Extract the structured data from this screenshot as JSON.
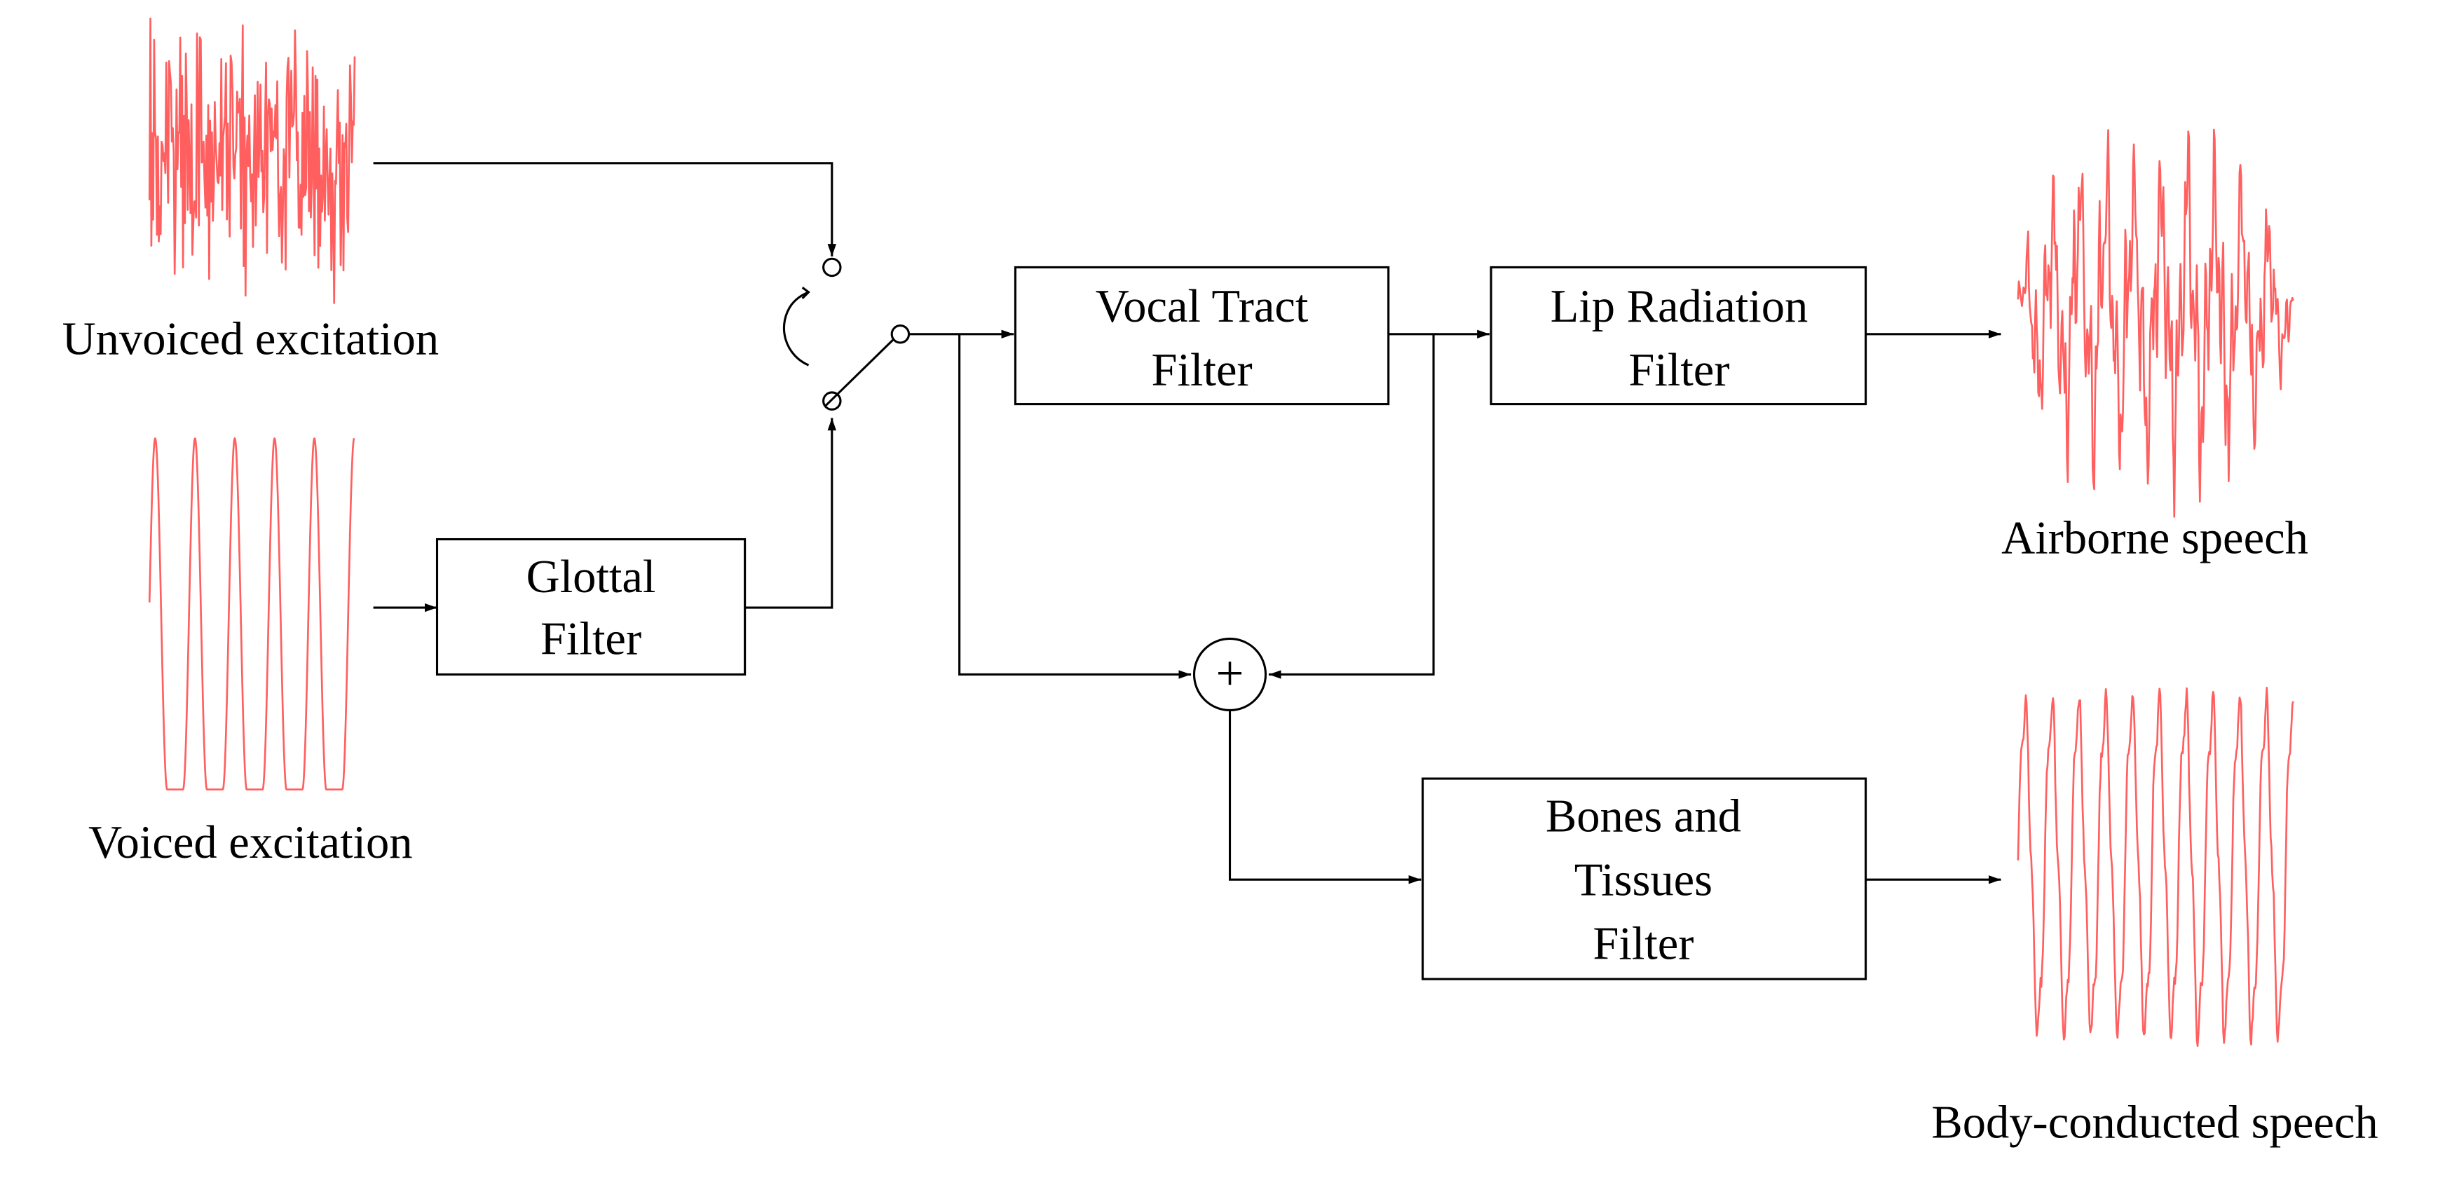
{
  "labels": {
    "unvoiced": "Unvoiced excitation",
    "voiced": "Voiced excitation",
    "airborne": "Airborne speech",
    "body": "Body-conducted speech"
  },
  "blocks": {
    "glottal": [
      "Glottal",
      "Filter"
    ],
    "vocal_tract": [
      "Vocal Tract",
      "Filter"
    ],
    "lip": [
      "Lip Radiation",
      "Filter"
    ],
    "bones": [
      "Bones and",
      "Tissues",
      "Filter"
    ]
  },
  "sum_symbol": "+",
  "colors": {
    "waveform": "#ff5f5f",
    "waveform_edge": "#a8a8ff",
    "line": "#000000"
  }
}
